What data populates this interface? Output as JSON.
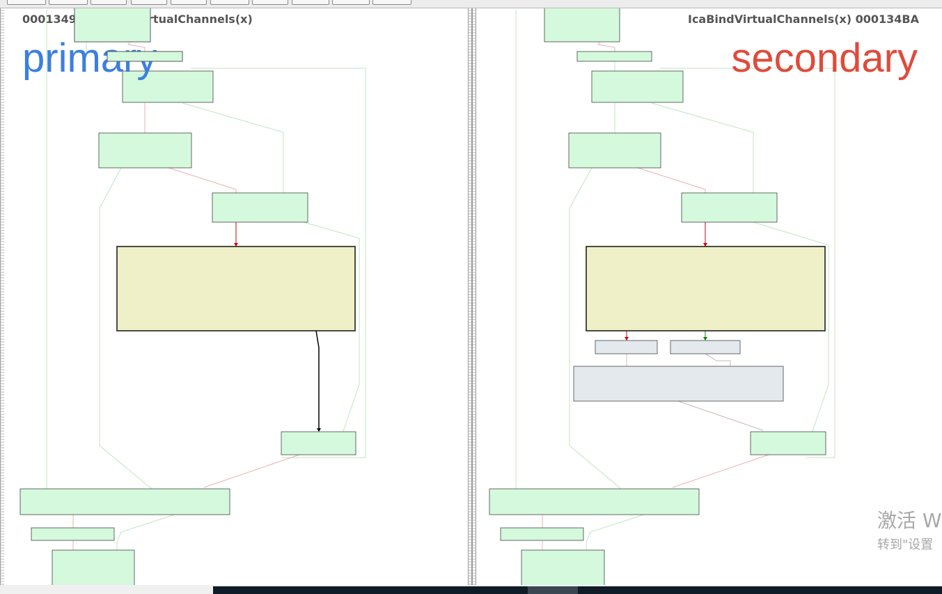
{
  "panes": {
    "primary": {
      "header": "0001349B IcaBindVirtualChannels(x)",
      "label": "primary",
      "label_color": "#3b7fe0"
    },
    "secondary": {
      "header": "IcaBindVirtualChannels(x) 000134BA",
      "label": "secondary",
      "label_color": "#e04a3b"
    }
  },
  "watermark": {
    "line1": "激活 W",
    "line2": "转到\"设置"
  },
  "colors": {
    "block_fill": "#d4f9dc",
    "selected_block_fill": "#f0f0c8",
    "unmatched_block_fill": "#e4e9ee",
    "edge_true": "#008800",
    "edge_false": "#cc0000",
    "edge_unconditional": "#000000"
  }
}
